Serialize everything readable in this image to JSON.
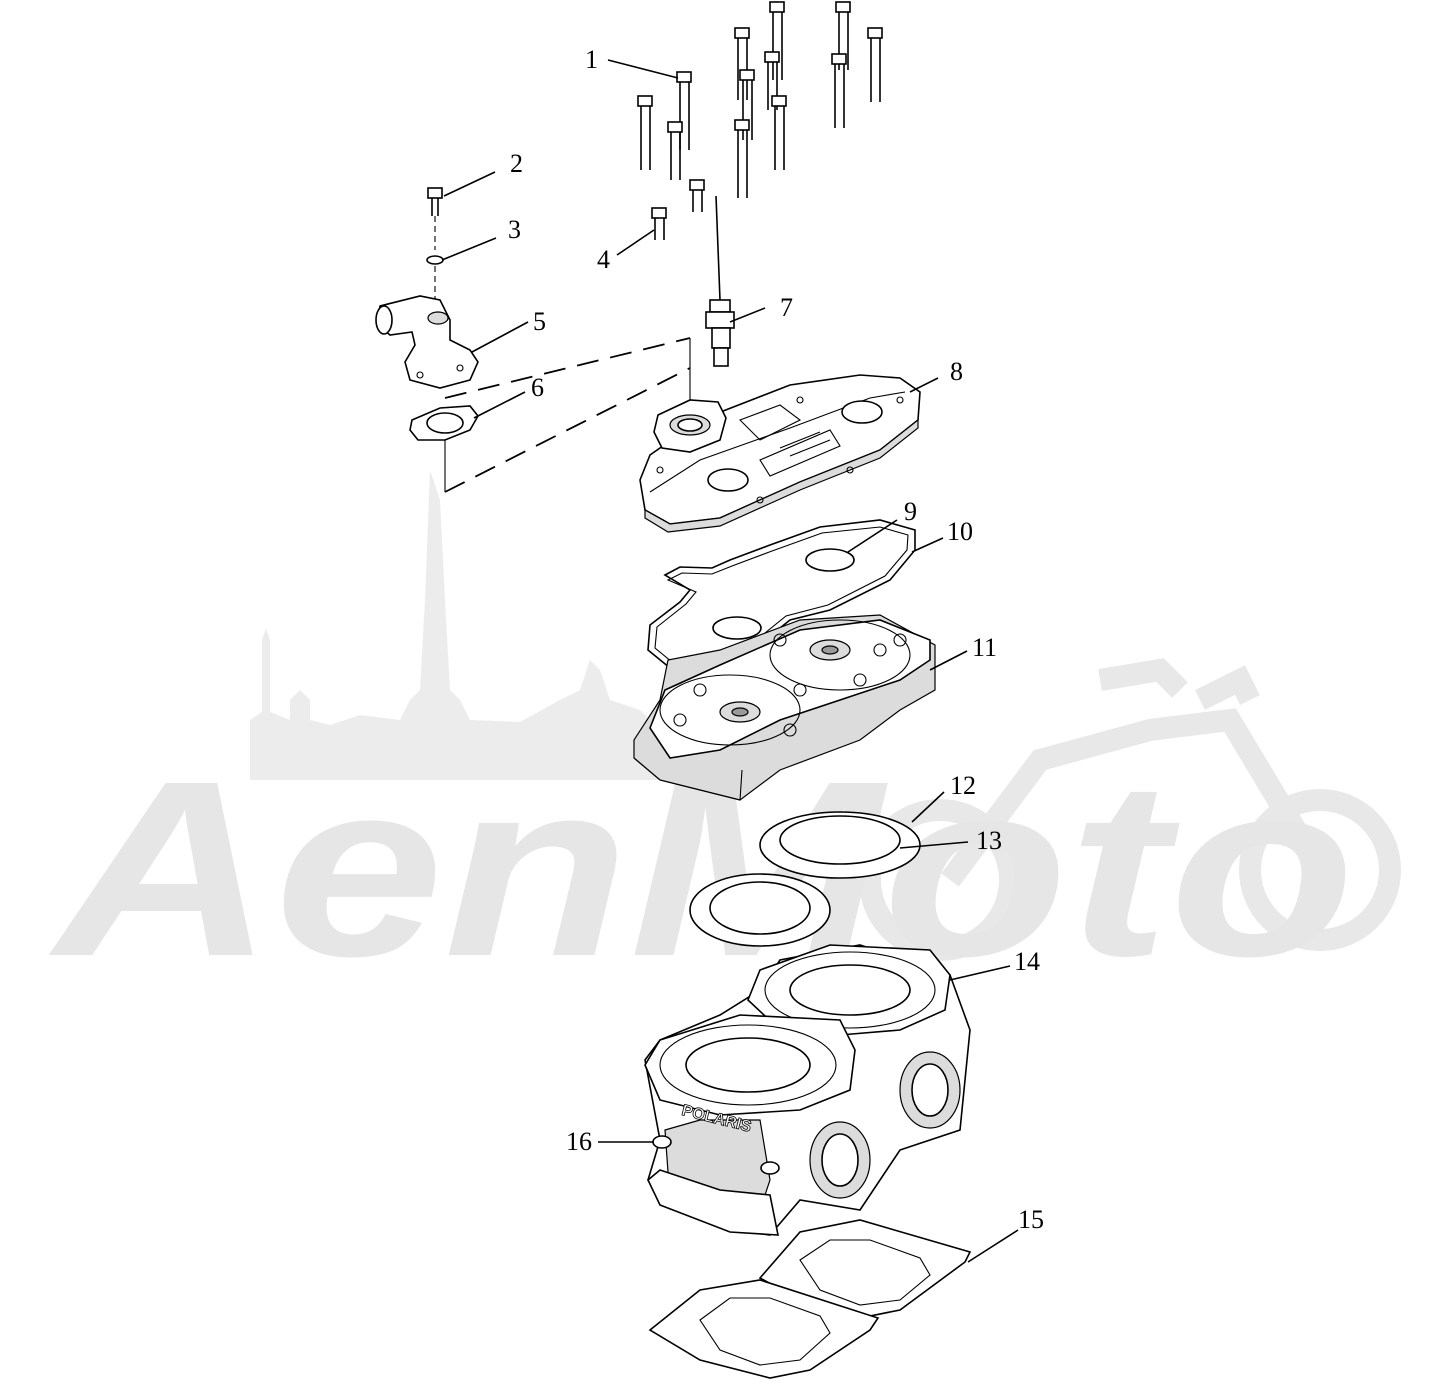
{
  "watermark": {
    "text": "AenMoto",
    "color": "#e6e6e6"
  },
  "callouts": [
    {
      "id": "1",
      "label": "1"
    },
    {
      "id": "2",
      "label": "2"
    },
    {
      "id": "3",
      "label": "3"
    },
    {
      "id": "4",
      "label": "4"
    },
    {
      "id": "5",
      "label": "5"
    },
    {
      "id": "6",
      "label": "6"
    },
    {
      "id": "7",
      "label": "7"
    },
    {
      "id": "8",
      "label": "8"
    },
    {
      "id": "9",
      "label": "9"
    },
    {
      "id": "10",
      "label": "10"
    },
    {
      "id": "11",
      "label": "11"
    },
    {
      "id": "12",
      "label": "12"
    },
    {
      "id": "13",
      "label": "13"
    },
    {
      "id": "14",
      "label": "14"
    },
    {
      "id": "15",
      "label": "15"
    },
    {
      "id": "16",
      "label": "16"
    }
  ],
  "cylinder_logo": "POLARIS",
  "colors": {
    "line": "#000000",
    "background": "#ffffff",
    "shade": "#dcdcdc"
  }
}
